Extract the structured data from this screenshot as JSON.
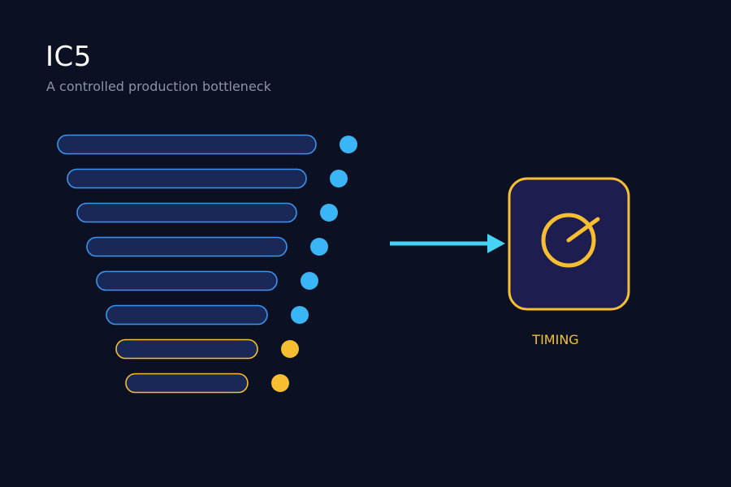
{
  "header": {
    "title": "IC5",
    "subtitle": "A controlled production bottleneck"
  },
  "funnel": {
    "stages": [
      {
        "status": "active"
      },
      {
        "status": "active"
      },
      {
        "status": "active"
      },
      {
        "status": "active"
      },
      {
        "status": "active"
      },
      {
        "status": "active"
      },
      {
        "status": "limited"
      },
      {
        "status": "limited"
      }
    ]
  },
  "target": {
    "label": "TIMING",
    "icon": "timer-dial-icon"
  },
  "colors": {
    "background": "#0b1122",
    "bar_fill": "#1a2857",
    "active": "#3ab5f5",
    "active_stroke": "#3b95f0",
    "limited": "#f6bf31",
    "arrow": "#46d2f2",
    "box_fill": "#1d1d4f",
    "box_stroke": "#f6bf31",
    "label": "#f2c230"
  }
}
